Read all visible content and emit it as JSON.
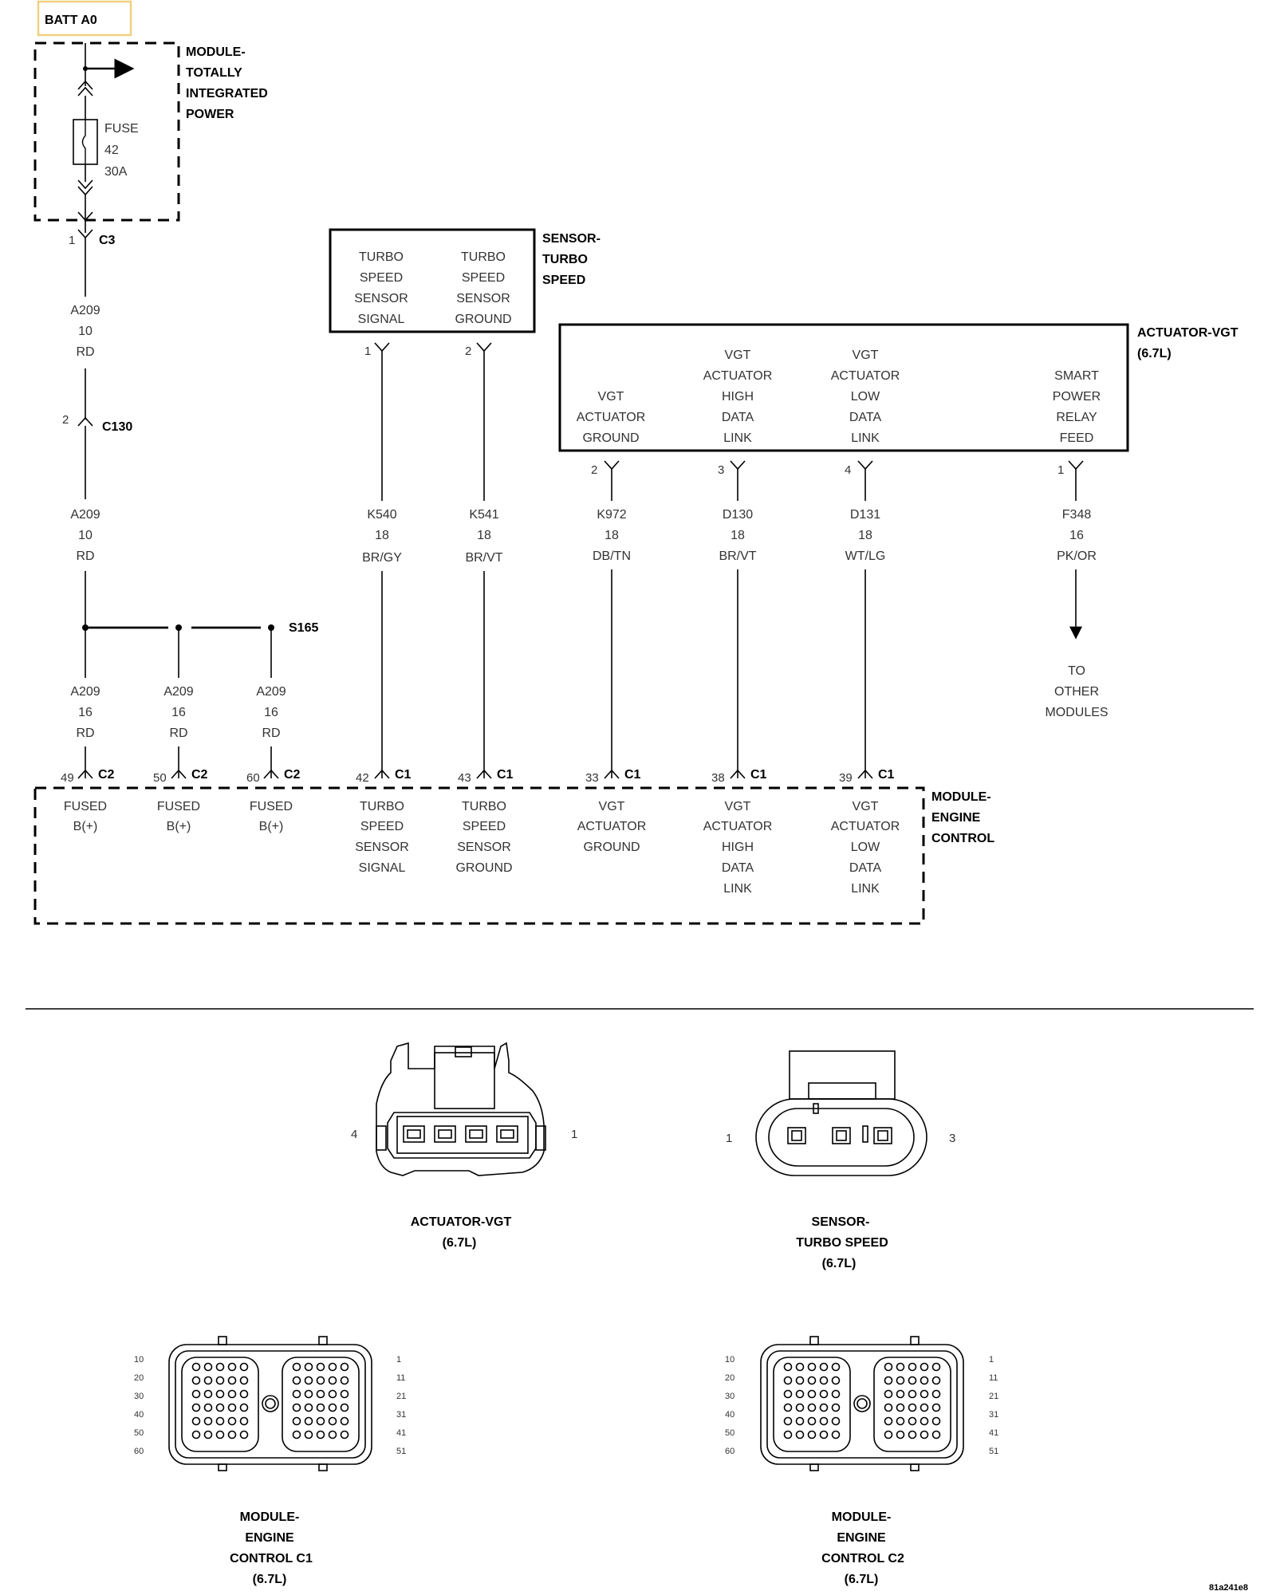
{
  "source": {
    "label": "BATT A0",
    "highlight_color": "#f0d080"
  },
  "tipm": {
    "title_lines": [
      "MODULE-",
      "TOTALLY",
      "INTEGRATED",
      "POWER"
    ],
    "fuse_lines": [
      "FUSE",
      "42",
      "30A"
    ]
  },
  "connectors": {
    "c3": {
      "pin": "1",
      "name": "C3"
    },
    "c130": {
      "pin": "2",
      "name": "C130"
    }
  },
  "feed_wire": {
    "circuit": "A209",
    "gauge": "10",
    "color": "RD"
  },
  "splice": {
    "name": "S165"
  },
  "branches": [
    {
      "circuit": "A209",
      "gauge": "16",
      "color": "RD",
      "pin": "49",
      "conn": "C2",
      "func": [
        "FUSED",
        "B(+)"
      ]
    },
    {
      "circuit": "A209",
      "gauge": "16",
      "color": "RD",
      "pin": "50",
      "conn": "C2",
      "func": [
        "FUSED",
        "B(+)"
      ]
    },
    {
      "circuit": "A209",
      "gauge": "16",
      "color": "RD",
      "pin": "60",
      "conn": "C2",
      "func": [
        "FUSED",
        "B(+)"
      ]
    }
  ],
  "sensor": {
    "title_lines": [
      "SENSOR-",
      "TURBO",
      "SPEED"
    ],
    "pins": [
      {
        "pin": "1",
        "func": [
          "TURBO",
          "SPEED",
          "SENSOR",
          "SIGNAL"
        ]
      },
      {
        "pin": "2",
        "func": [
          "TURBO",
          "SPEED",
          "SENSOR",
          "GROUND"
        ]
      }
    ]
  },
  "actuator": {
    "title_lines": [
      "ACTUATOR-VGT",
      "(6.7L)"
    ],
    "pins": [
      {
        "pin": "2",
        "func": [
          "VGT",
          "ACTUATOR",
          "GROUND"
        ]
      },
      {
        "pin": "3",
        "func": [
          "VGT",
          "ACTUATOR",
          "HIGH",
          "DATA",
          "LINK"
        ]
      },
      {
        "pin": "4",
        "func": [
          "VGT",
          "ACTUATOR",
          "LOW",
          "DATA",
          "LINK"
        ]
      },
      {
        "pin": "1",
        "func": [
          "SMART",
          "POWER",
          "RELAY",
          "FEED"
        ]
      }
    ]
  },
  "signal_wires": [
    {
      "circuit": "K540",
      "gauge": "18",
      "color": "BR/GY",
      "ecm_pin": "42",
      "conn": "C1",
      "func": [
        "TURBO",
        "SPEED",
        "SENSOR",
        "SIGNAL"
      ]
    },
    {
      "circuit": "K541",
      "gauge": "18",
      "color": "BR/VT",
      "ecm_pin": "43",
      "conn": "C1",
      "func": [
        "TURBO",
        "SPEED",
        "SENSOR",
        "GROUND"
      ]
    },
    {
      "circuit": "K972",
      "gauge": "18",
      "color": "DB/TN",
      "ecm_pin": "33",
      "conn": "C1",
      "func": [
        "VGT",
        "ACTUATOR",
        "GROUND"
      ]
    },
    {
      "circuit": "D130",
      "gauge": "18",
      "color": "BR/VT",
      "ecm_pin": "38",
      "conn": "C1",
      "func": [
        "VGT",
        "ACTUATOR",
        "HIGH",
        "DATA",
        "LINK"
      ]
    },
    {
      "circuit": "D131",
      "gauge": "18",
      "color": "WT/LG",
      "ecm_pin": "39",
      "conn": "C1",
      "func": [
        "VGT",
        "ACTUATOR",
        "LOW",
        "DATA",
        "LINK"
      ]
    }
  ],
  "relay_wire": {
    "circuit": "F348",
    "gauge": "16",
    "color": "PK/OR",
    "destination": [
      "TO",
      "OTHER",
      "MODULES"
    ]
  },
  "ecm": {
    "title_lines": [
      "MODULE-",
      "ENGINE",
      "CONTROL"
    ]
  },
  "connector_views": [
    {
      "label_lines": [
        "ACTUATOR-VGT",
        "(6.7L)"
      ],
      "pin_labels": [
        "4",
        "1"
      ]
    },
    {
      "label_lines": [
        "SENSOR-",
        "TURBO SPEED",
        "(6.7L)"
      ],
      "pin_labels": [
        "1",
        "3"
      ]
    },
    {
      "label_lines": [
        "MODULE-",
        "ENGINE",
        "CONTROL C1",
        "(6.7L)"
      ],
      "left_numbers": [
        "10",
        "20",
        "30",
        "40",
        "50",
        "60"
      ],
      "right_numbers": [
        "1",
        "11",
        "21",
        "31",
        "41",
        "51"
      ]
    },
    {
      "label_lines": [
        "MODULE-",
        "ENGINE",
        "CONTROL C2",
        "(6.7L)"
      ],
      "left_numbers": [
        "10",
        "20",
        "30",
        "40",
        "50",
        "60"
      ],
      "right_numbers": [
        "1",
        "11",
        "21",
        "31",
        "41",
        "51"
      ]
    }
  ],
  "figure_id": "81a241e8"
}
